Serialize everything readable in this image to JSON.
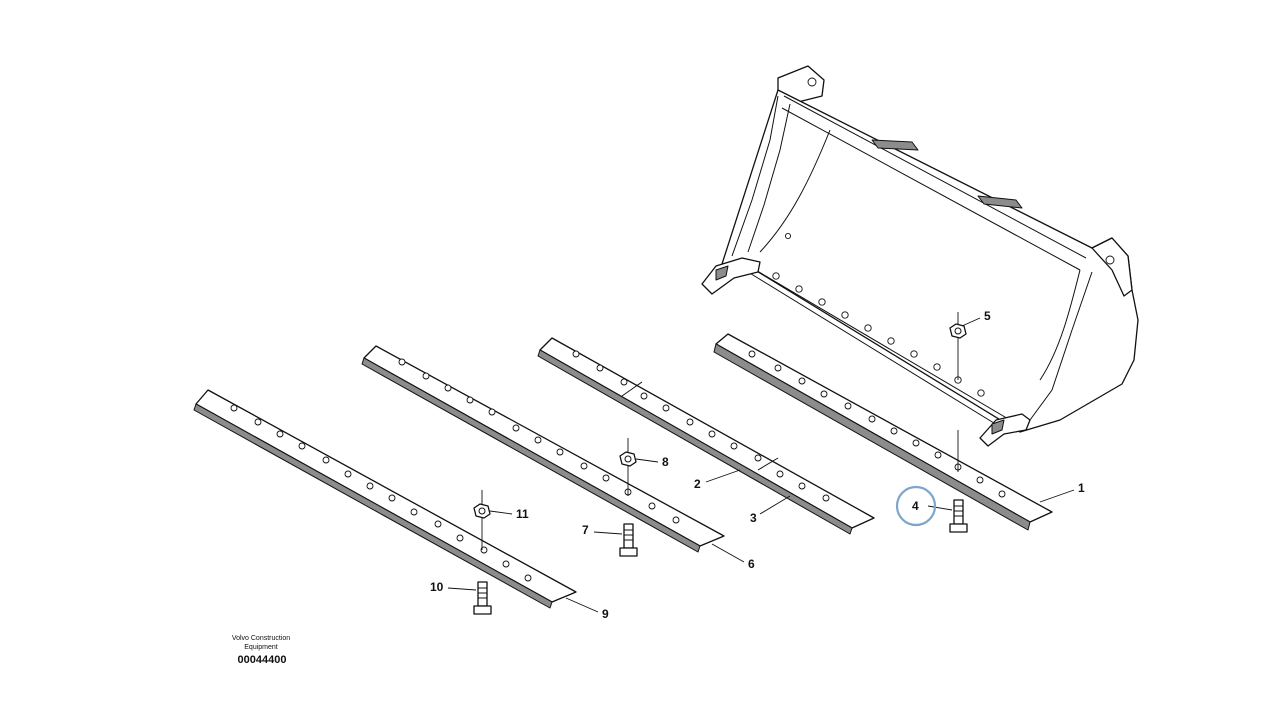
{
  "footer": {
    "brand_line1": "Volvo Construction",
    "brand_line2": "Equipment",
    "drawing_number": "00044400"
  },
  "callouts": [
    {
      "id": "1",
      "label": "1"
    },
    {
      "id": "2",
      "label": "2"
    },
    {
      "id": "3",
      "label": "3"
    },
    {
      "id": "4",
      "label": "4",
      "highlighted": true
    },
    {
      "id": "5",
      "label": "5"
    },
    {
      "id": "6",
      "label": "6"
    },
    {
      "id": "7",
      "label": "7"
    },
    {
      "id": "8",
      "label": "8"
    },
    {
      "id": "9",
      "label": "9"
    },
    {
      "id": "10",
      "label": "10"
    },
    {
      "id": "11",
      "label": "11"
    }
  ],
  "colors": {
    "highlight_ring": "#7ea6cc",
    "line": "#111111",
    "edge_shading": "#8c8c8c"
  }
}
